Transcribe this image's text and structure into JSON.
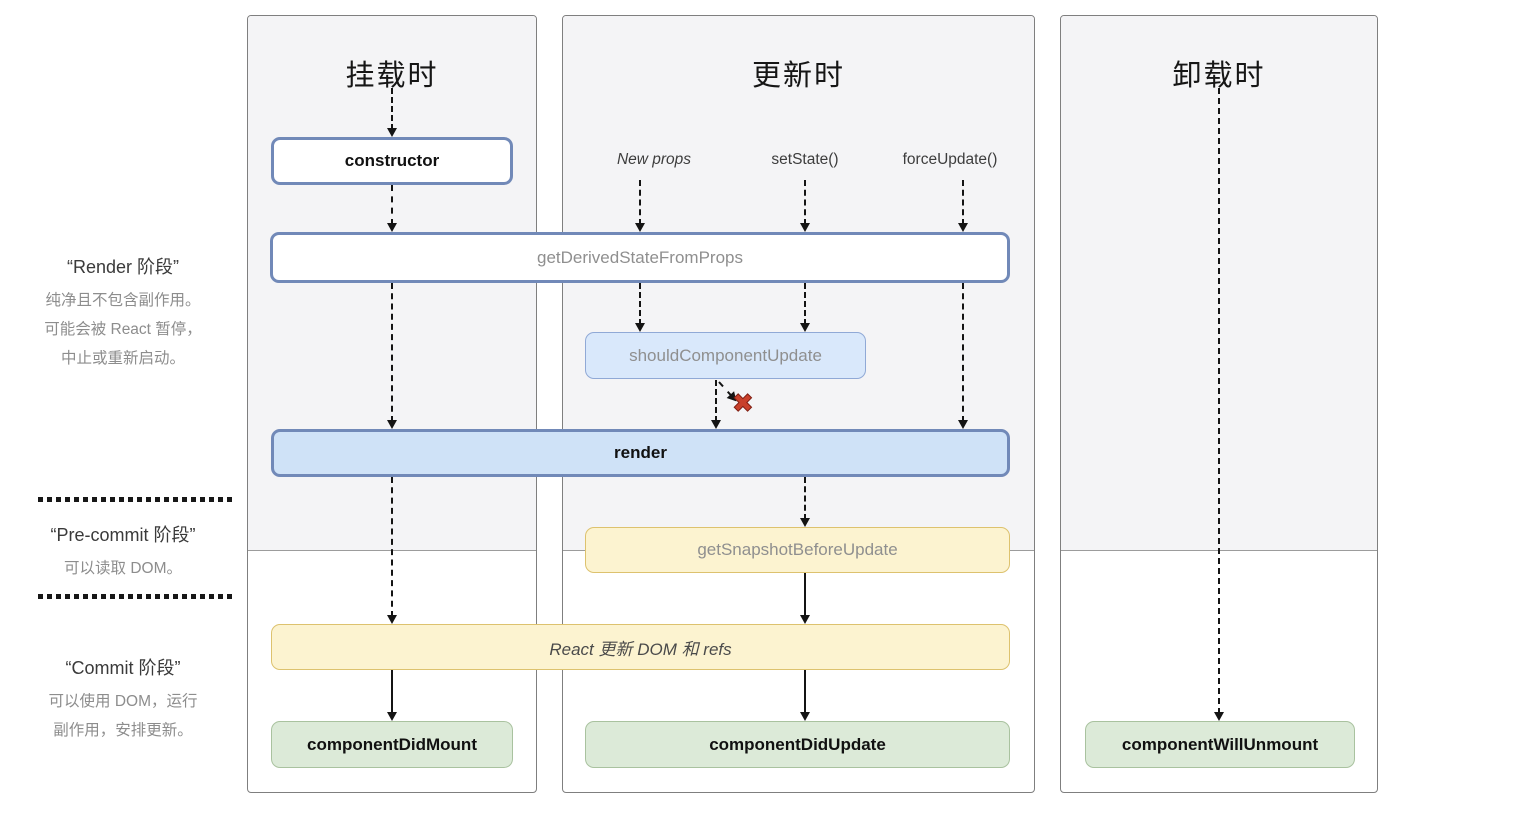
{
  "phases": {
    "render": {
      "title": "“Render 阶段”",
      "lines": [
        "纯净且不包含副作用。",
        "可能会被 React 暂停，",
        "中止或重新启动。"
      ]
    },
    "pre_commit": {
      "title": "“Pre-commit 阶段”",
      "lines": [
        "可以读取 DOM。"
      ]
    },
    "commit": {
      "title": "“Commit 阶段”",
      "lines": [
        "可以使用 DOM，运行",
        "副作用，安排更新。"
      ]
    }
  },
  "columns": {
    "mounting": {
      "title": "挂载时"
    },
    "updating": {
      "title": "更新时",
      "triggers": {
        "new_props": "New props",
        "set_state": "setState()",
        "force_update": "forceUpdate()"
      }
    },
    "unmounting": {
      "title": "卸载时"
    }
  },
  "nodes": {
    "constructor": "constructor",
    "get_derived_state_from_props": "getDerivedStateFromProps",
    "should_component_update": "shouldComponentUpdate",
    "render": "render",
    "get_snapshot_before_update": "getSnapshotBeforeUpdate",
    "react_updates_dom": "React 更新 DOM 和 refs",
    "component_did_mount": "componentDidMount",
    "component_did_update": "componentDidUpdate",
    "component_will_unmount": "componentWillUnmount"
  },
  "icons": {
    "skip_mark": "✖"
  },
  "colors": {
    "blue_border": "#7189b8",
    "render_fill": "#cfe2f7",
    "should_update_fill": "#d9e8fb",
    "yellow_fill": "#fcf3d0",
    "yellow_border": "#ddc26e",
    "green_fill": "#dcead8",
    "green_border": "#a9c29f",
    "panel_gray": "#f4f4f6",
    "skip_red": "#c8402b"
  }
}
